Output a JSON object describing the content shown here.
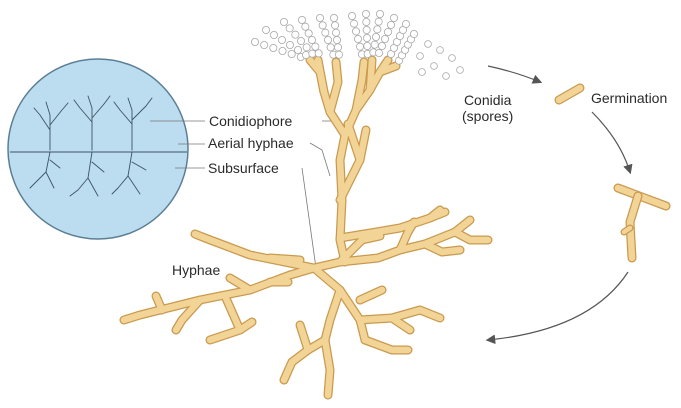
{
  "labels": {
    "conidiophore": "Conidiophore",
    "aerial_hyphae": "Aerial hyphae",
    "subsurface": "Subsurface",
    "conidia_line1": "Conidia",
    "conidia_line2": "(spores)",
    "germination": "Germination",
    "hyphae": "Hyphae"
  },
  "colors": {
    "hypha_fill": "#f3d497",
    "hypha_outline": "#c99a4e",
    "spore_fill": "#ffffff",
    "spore_outline": "#a8a8a8",
    "petri_fill": "#bcdcf0",
    "petri_outline": "#5a7f95",
    "petri_sketch": "#3c5364",
    "arrow": "#555555",
    "leader": "#777777"
  }
}
